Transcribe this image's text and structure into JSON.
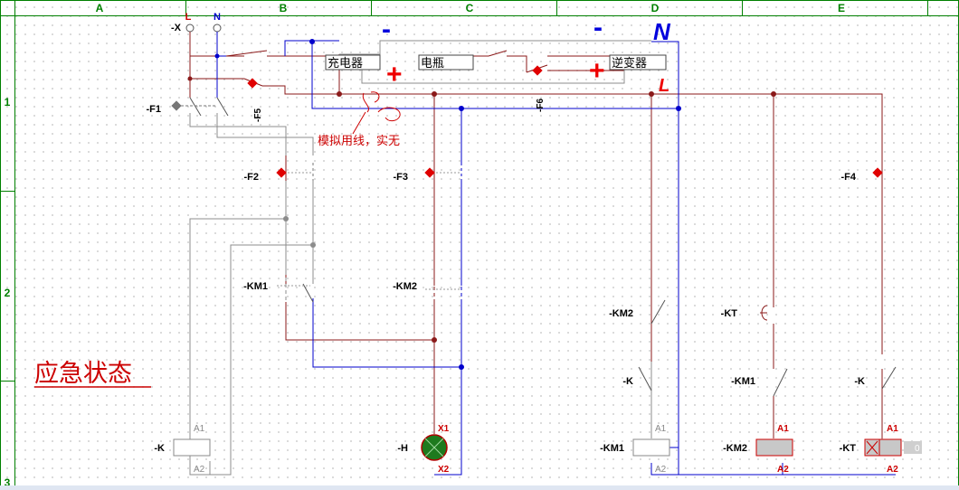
{
  "frame": {
    "columns": [
      "A",
      "B",
      "C",
      "D",
      "E"
    ],
    "rows": [
      "1",
      "2",
      "3"
    ]
  },
  "terminals": {
    "connector": "-X",
    "L": "L",
    "N": "N"
  },
  "boxes": {
    "charger": "充电器",
    "battery": "电瓶",
    "inverter": "逆变器"
  },
  "handwritten": {
    "minus_1": "-",
    "plus_1": "+",
    "plus_2": "+",
    "minus_2": "-",
    "N": "N",
    "L": "L"
  },
  "components": {
    "F1": "-F1",
    "F2": "-F2",
    "F3": "-F3",
    "F4": "-F4",
    "F5": "-F5",
    "F6": "-F6",
    "KM1_contact": "-KM1",
    "KM2_contact": "-KM2",
    "KM2_d": "-KM2",
    "KT_d": "-KT",
    "K_d": "-K",
    "KM1_e": "-KM1",
    "K_e": "-K",
    "K_coil": "-K",
    "H_lamp": "-H",
    "KM1_coil": "-KM1",
    "KM2_coil": "-KM2",
    "KT_coil": "-KT"
  },
  "pins": {
    "A1": "A1",
    "A2": "A2",
    "X1": "X1",
    "X2": "X2"
  },
  "kt_value": "0",
  "annotation": "模拟用线，实无",
  "state_label": "应急状态",
  "colors": {
    "live": "#8b1a1a",
    "neutral": "#0000cc",
    "control": "#8c8c8c",
    "frame": "#008000",
    "accent": "#ff0000"
  }
}
